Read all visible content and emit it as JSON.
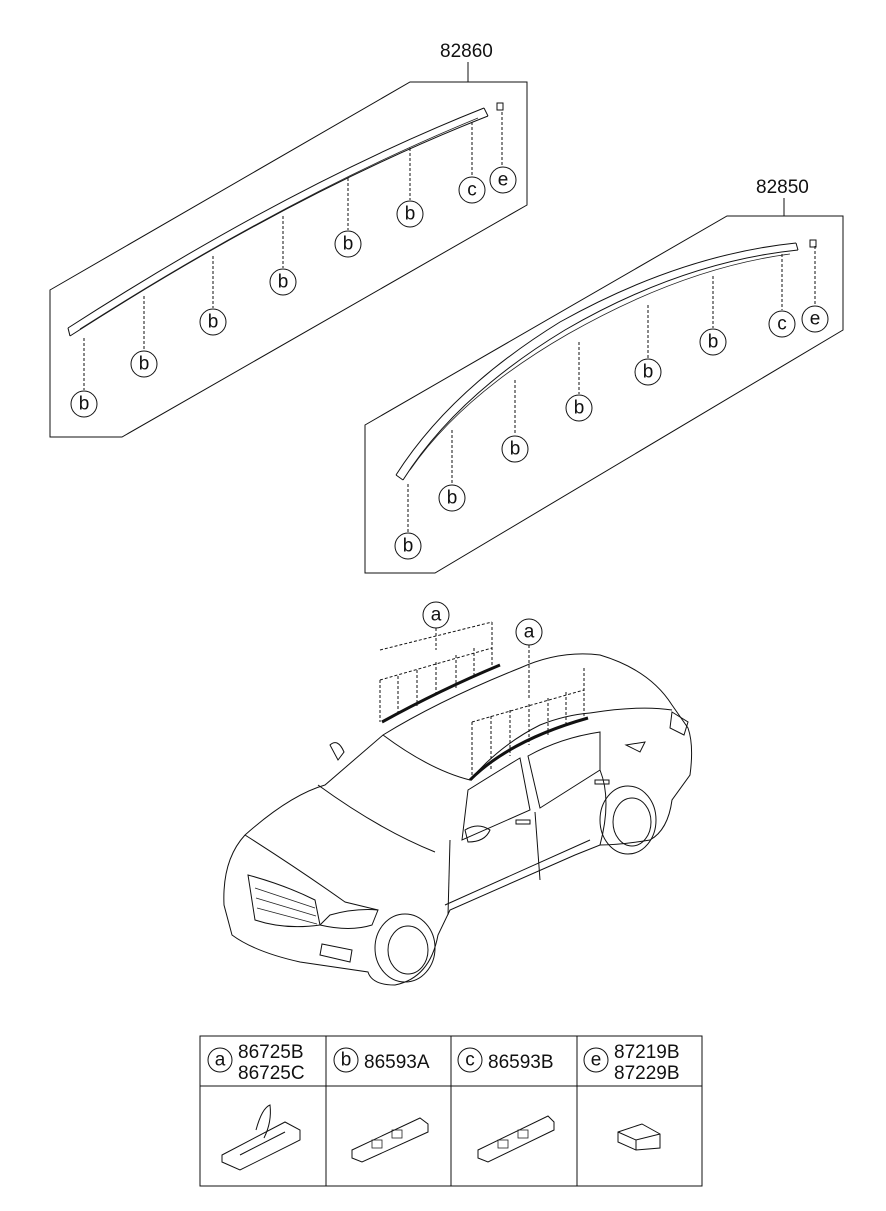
{
  "assemblies": [
    {
      "part_number": "82860"
    },
    {
      "part_number": "82850"
    }
  ],
  "callouts": {
    "b": "b",
    "c": "c",
    "e": "e",
    "a": "a"
  },
  "legend": [
    {
      "letter": "a",
      "parts": [
        "86725B",
        "86725C"
      ]
    },
    {
      "letter": "b",
      "parts": [
        "86593A"
      ]
    },
    {
      "letter": "c",
      "parts": [
        "86593B"
      ]
    },
    {
      "letter": "e",
      "parts": [
        "87219B",
        "87229B"
      ]
    }
  ]
}
